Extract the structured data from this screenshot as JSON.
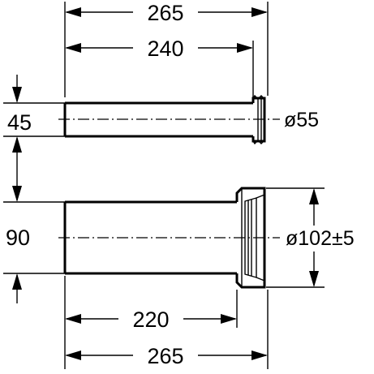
{
  "pipes": [
    {
      "id": "small-pipe",
      "overall_length": "265",
      "straight_length": "240",
      "height_offset": "45",
      "diameter": "ø55"
    },
    {
      "id": "large-pipe",
      "overall_length": "265",
      "straight_length": "220",
      "height_offset": "90",
      "diameter": "ø102±5"
    }
  ]
}
